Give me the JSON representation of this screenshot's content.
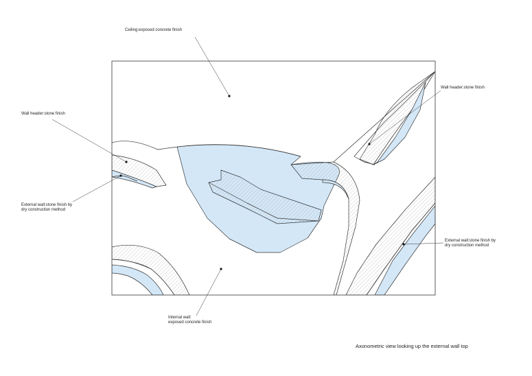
{
  "labels": {
    "ceiling": "Ceiling:exposed concrete finish",
    "wall_header_left": "Wall header:stone finish",
    "wall_header_right": "Wall header:stone finish",
    "external_wall_left": "External wall:stone finish by\ndry construction method",
    "external_wall_right": "External wall:stone finish by\ndry construction method",
    "internal_wall": "Internal wall:\nexposed concrete finish"
  },
  "caption": "Axonometric view looking up the external wall top",
  "colors": {
    "blue_fill": "#d3e7f7",
    "line": "#333333",
    "hatch": "#9a9a9a"
  }
}
